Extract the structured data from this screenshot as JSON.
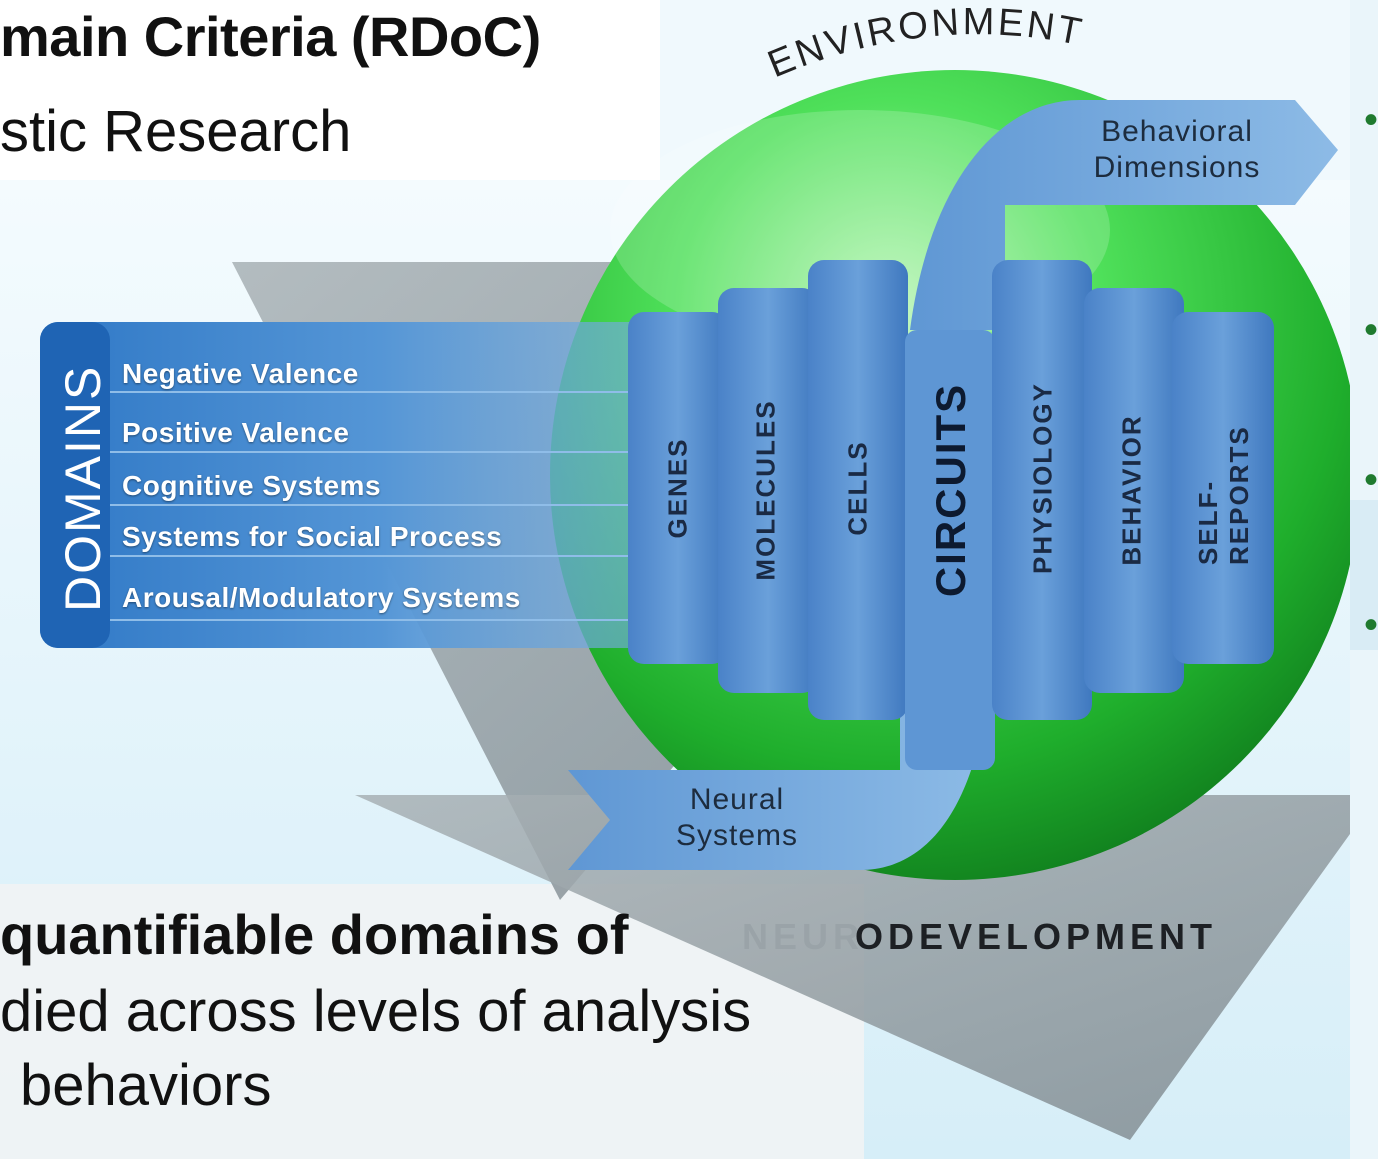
{
  "slide": {
    "title_fragment": "main Criteria (RDoC)",
    "subtitle_fragment": "stic Research",
    "body_line1": "quantifiable domains of",
    "body_line2": "died across levels of analysis",
    "body_line3": "behaviors"
  },
  "diagram": {
    "environment_label": "ENVIRONMENT",
    "neurodevelopment_grey": "NEUR",
    "neurodevelopment_dark": "ODEVELOPMENT",
    "domains_header": "DOMAINS",
    "domains": [
      "Negative Valence",
      "Positive Valence",
      "Cognitive Systems",
      "Systems for Social Process",
      "Arousal/Modulatory Systems"
    ],
    "levels_of_analysis": [
      "GENES",
      "MOLECULES",
      "CELLS",
      "CIRCUITS",
      "PHYSIOLOGY",
      "BEHAVIOR",
      "SELF-REPORTS"
    ],
    "behavioral_dimensions": [
      "Behavioral",
      "Dimensions"
    ],
    "neural_systems": [
      "Neural",
      "Systems"
    ]
  },
  "colors": {
    "sphere_green": "#2ecc40",
    "domain_blue": "#2e78c4",
    "column_blue": "#4a86cc",
    "funnel_grey": "#9aa4a8",
    "bullet_green": "#1f7a2e"
  }
}
